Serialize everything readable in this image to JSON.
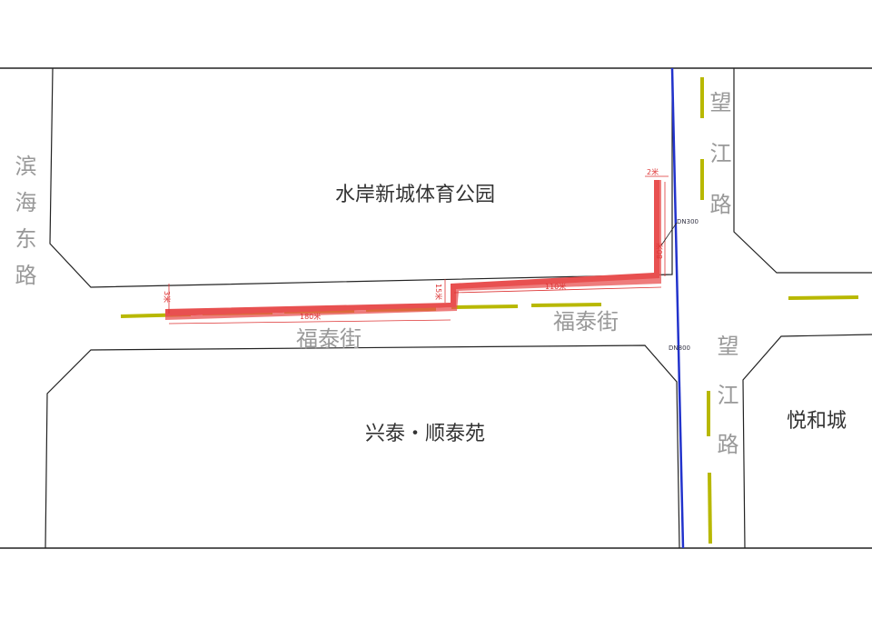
{
  "areas": {
    "park": "水岸新城体育公园",
    "residential": "兴泰・顺泰苑",
    "mall": "悦和城"
  },
  "roads": {
    "west": "滨海东路",
    "east_north": "望江路",
    "east_south": "望江路",
    "street_left": "福泰街",
    "street_right": "福泰街"
  },
  "dimensions": {
    "width_left": "3米",
    "length_left": "180米",
    "offset": "15米",
    "length_right": "110米",
    "width_top": "2米",
    "vertical": "80米"
  },
  "pipes": {
    "upper": "DN300",
    "lower": "DN800"
  },
  "colors": {
    "route": "#e85050",
    "pipeline": "#2233cc",
    "lane_marking": "#b8b800",
    "block_outline": "#222222"
  }
}
